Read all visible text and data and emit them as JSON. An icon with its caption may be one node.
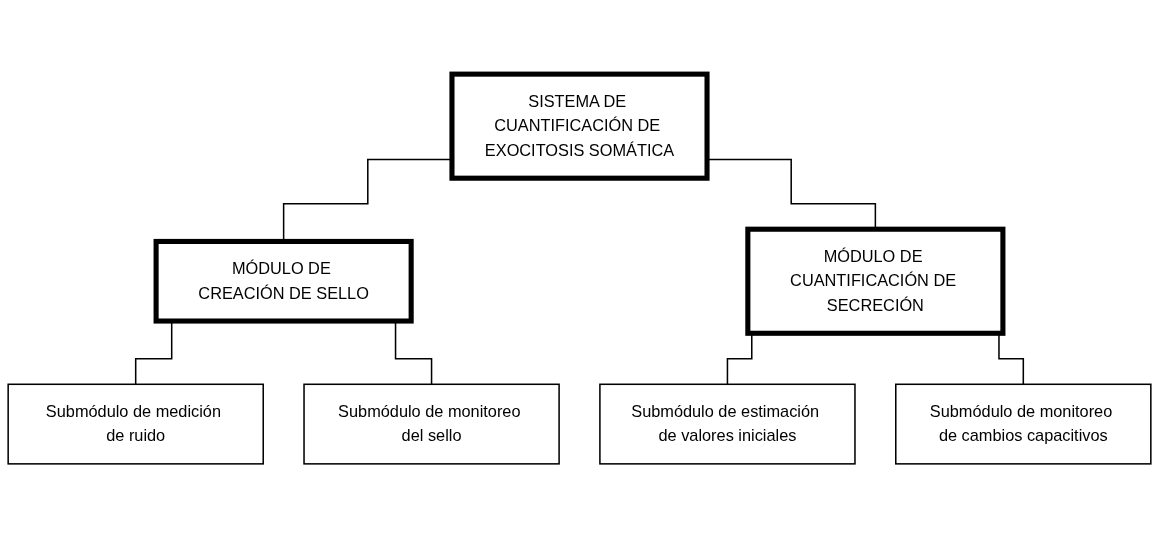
{
  "diagram": {
    "nodes": [
      {
        "text": [
          "SISTEMA DE CUANTIFICACIÓN DE EXOCITOSIS SOMÁTICA"
        ]
      },
      {
        "text": [
          "MÓDULO DE CREACIÓN DE SELLO"
        ]
      },
      {
        "text": [
          "MÓDULO DE CUANTIFICACIÓN DE SECRECIÓN"
        ]
      },
      {
        "text": [
          "Submódulo de medición de ruido"
        ]
      },
      {
        "text": [
          "Submódulo de monitoreo del sello"
        ]
      },
      {
        "text": [
          "Submódulo de estimación de valores iniciales"
        ]
      },
      {
        "text": [
          "Submódulo de monitoreo de cambios capacitivos"
        ]
      }
    ],
    "edges": [
      {
        "from": 0,
        "to": 1,
        "arrow": "none"
      },
      {
        "from": 0,
        "to": 2,
        "arrow": "none"
      },
      {
        "from": 1,
        "to": 3,
        "arrow": "none"
      },
      {
        "from": 1,
        "to": 4,
        "arrow": "none"
      },
      {
        "from": 2,
        "to": 5,
        "arrow": "none"
      },
      {
        "from": 2,
        "to": 6,
        "arrow": "none"
      }
    ]
  }
}
